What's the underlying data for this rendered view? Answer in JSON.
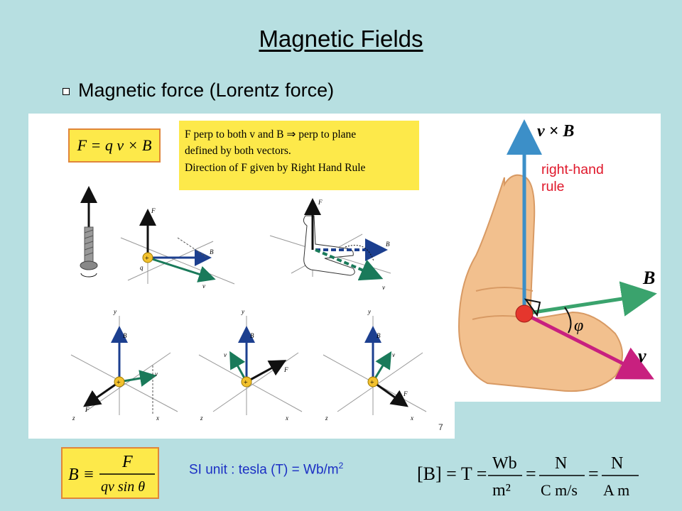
{
  "title": "Magnetic Fields",
  "bullet": {
    "text": "Magnetic force (Lorentz force)"
  },
  "force_equation": {
    "lhs": "F",
    "rhs": "= q v × B"
  },
  "note": {
    "line1": "F perp to both v and B ⇒ perp to plane",
    "line2": "defined by both vectors.",
    "line3": "Direction of F given by Right Hand Rule"
  },
  "figure_labels": {
    "F": "F",
    "B": "B",
    "v": "v",
    "q": "q",
    "x": "x",
    "y": "y",
    "z": "z",
    "plus": "+",
    "slide_number": "7"
  },
  "right_hand": {
    "label_line1": "right-hand",
    "label_line2": "rule",
    "vxB_label": "v × B",
    "B_label": "B",
    "v_label": "v",
    "phi_label": "φ"
  },
  "b_definition": {
    "lhs": "B ≡",
    "numerator": "F",
    "denominator": "qv sin θ"
  },
  "si_unit": {
    "text": "SI unit : tesla (T) = Wb/m",
    "exponent": "2"
  },
  "unit_equation": {
    "lhs": "[B] = T =",
    "f1_num": "Wb",
    "f1_den": "m²",
    "f2_num": "N",
    "f2_den": "C m/s",
    "f3_num": "N",
    "f3_den": "A m",
    "eq": "="
  },
  "colors": {
    "background": "#b7dfe1",
    "highlight": "#fde94a",
    "highlight_border": "#e0863a",
    "vector_blue": "#1c3f8f",
    "vector_green": "#1a7a5a",
    "rh_blue": "#3c8fc8",
    "rh_green": "#3aa36d",
    "rh_magenta": "#c8207f",
    "label_red": "#e0182b",
    "si_blue": "#1b2fc4"
  }
}
